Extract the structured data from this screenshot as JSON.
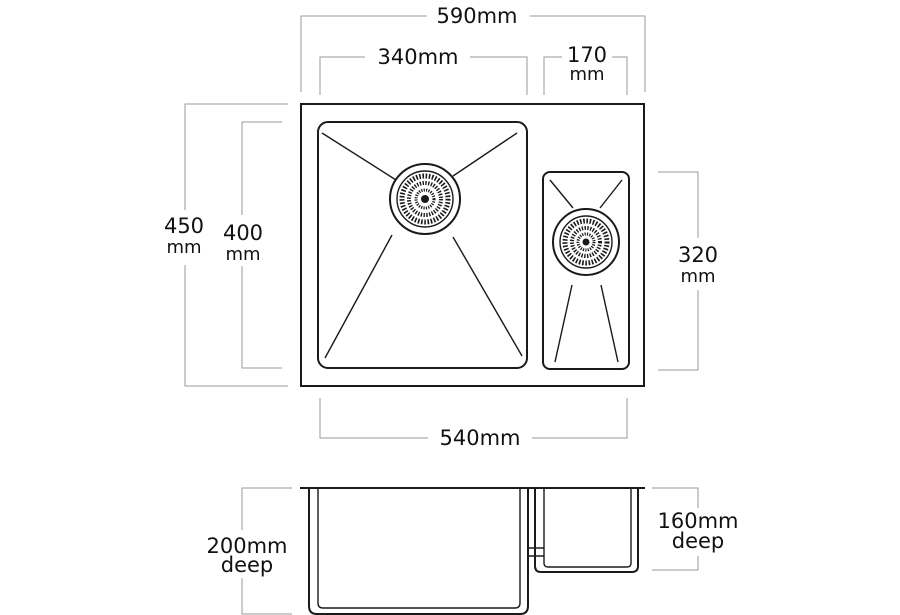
{
  "dimensions": {
    "overall_width": "590mm",
    "main_bowl_width": "340mm",
    "small_bowl_width_value": "170",
    "small_bowl_width_unit": "mm",
    "overall_depth_value": "450",
    "overall_depth_unit": "mm",
    "main_bowl_length_value": "400",
    "main_bowl_length_unit": "mm",
    "small_bowl_length_value": "320",
    "small_bowl_length_unit": "mm",
    "inner_width": "540mm",
    "main_bowl_depth_value": "200mm",
    "main_bowl_depth_unit": "deep",
    "small_bowl_depth_value": "160mm",
    "small_bowl_depth_unit": "deep"
  },
  "colors": {
    "outline": "#1a1a1a",
    "dimension_line": "#9a9a9a"
  }
}
